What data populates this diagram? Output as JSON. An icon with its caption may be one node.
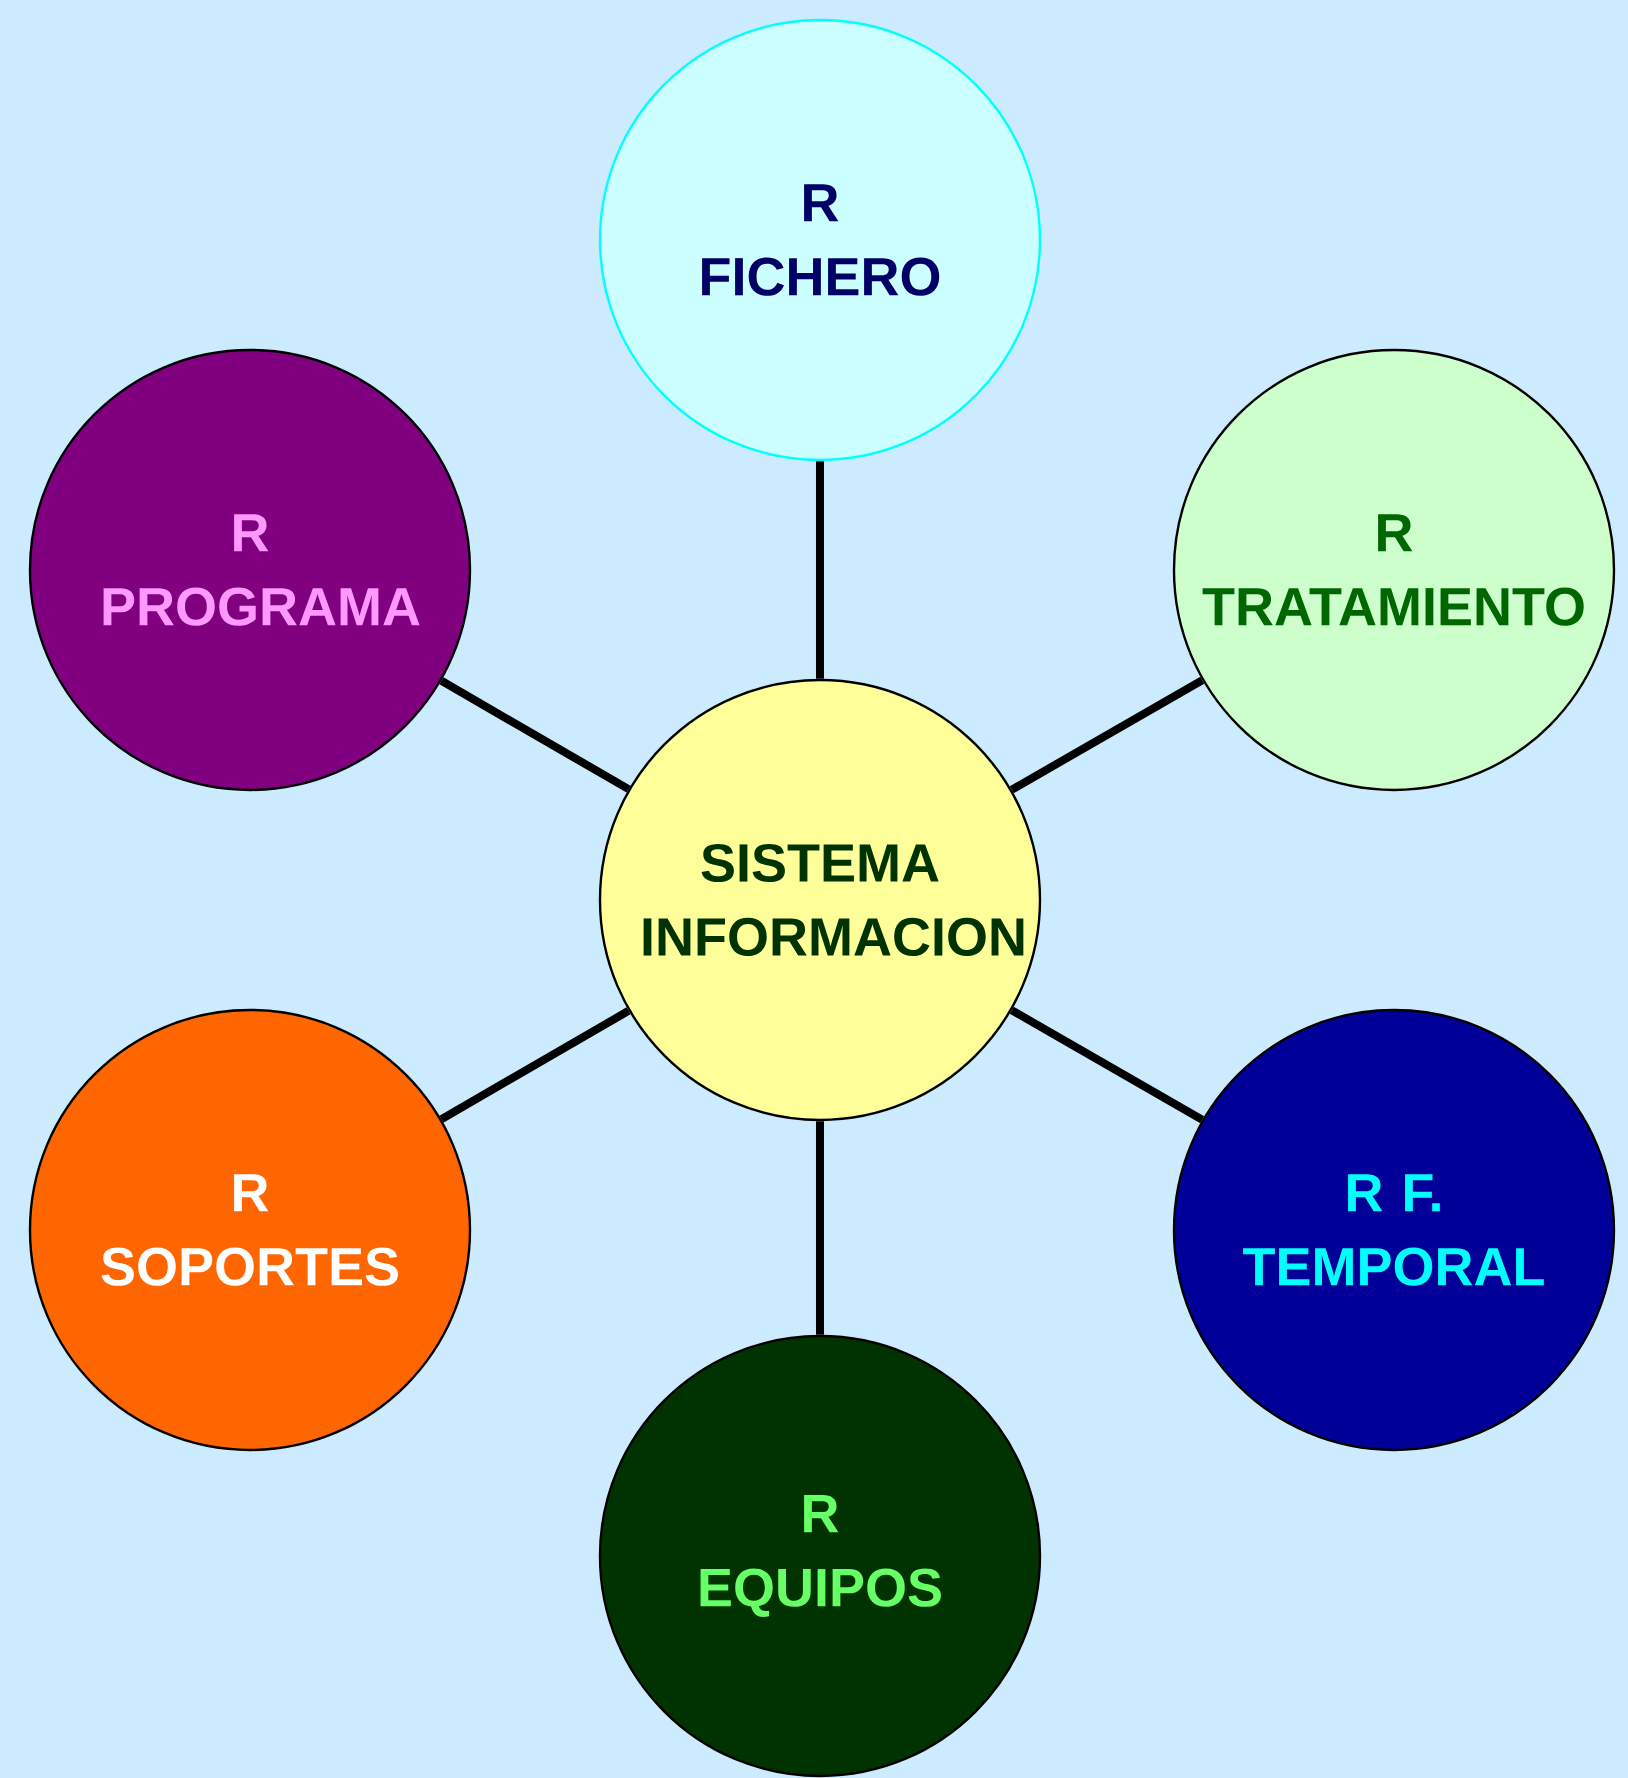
{
  "diagram": {
    "nodes": [
      {
        "text": [
          "R FICHERO"
        ]
      },
      {
        "text": [
          "R PROGRAMA"
        ]
      },
      {
        "text": [
          "R TRATAMIENTO"
        ]
      },
      {
        "text": [
          "SISTEMA INFORMACION"
        ]
      },
      {
        "text": [
          "R SOPORTES"
        ]
      },
      {
        "text": [
          "R F. TEMPORAL"
        ]
      },
      {
        "text": [
          "R EQUIPOS"
        ]
      }
    ],
    "edges": [
      {
        "from": 3,
        "to": 0,
        "arrow": "none"
      },
      {
        "from": 3,
        "to": 1,
        "arrow": "none"
      },
      {
        "from": 3,
        "to": 2,
        "arrow": "none"
      },
      {
        "from": 3,
        "to": 4,
        "arrow": "none"
      },
      {
        "from": 3,
        "to": 5,
        "arrow": "none"
      },
      {
        "from": 3,
        "to": 6,
        "arrow": "none"
      }
    ]
  }
}
